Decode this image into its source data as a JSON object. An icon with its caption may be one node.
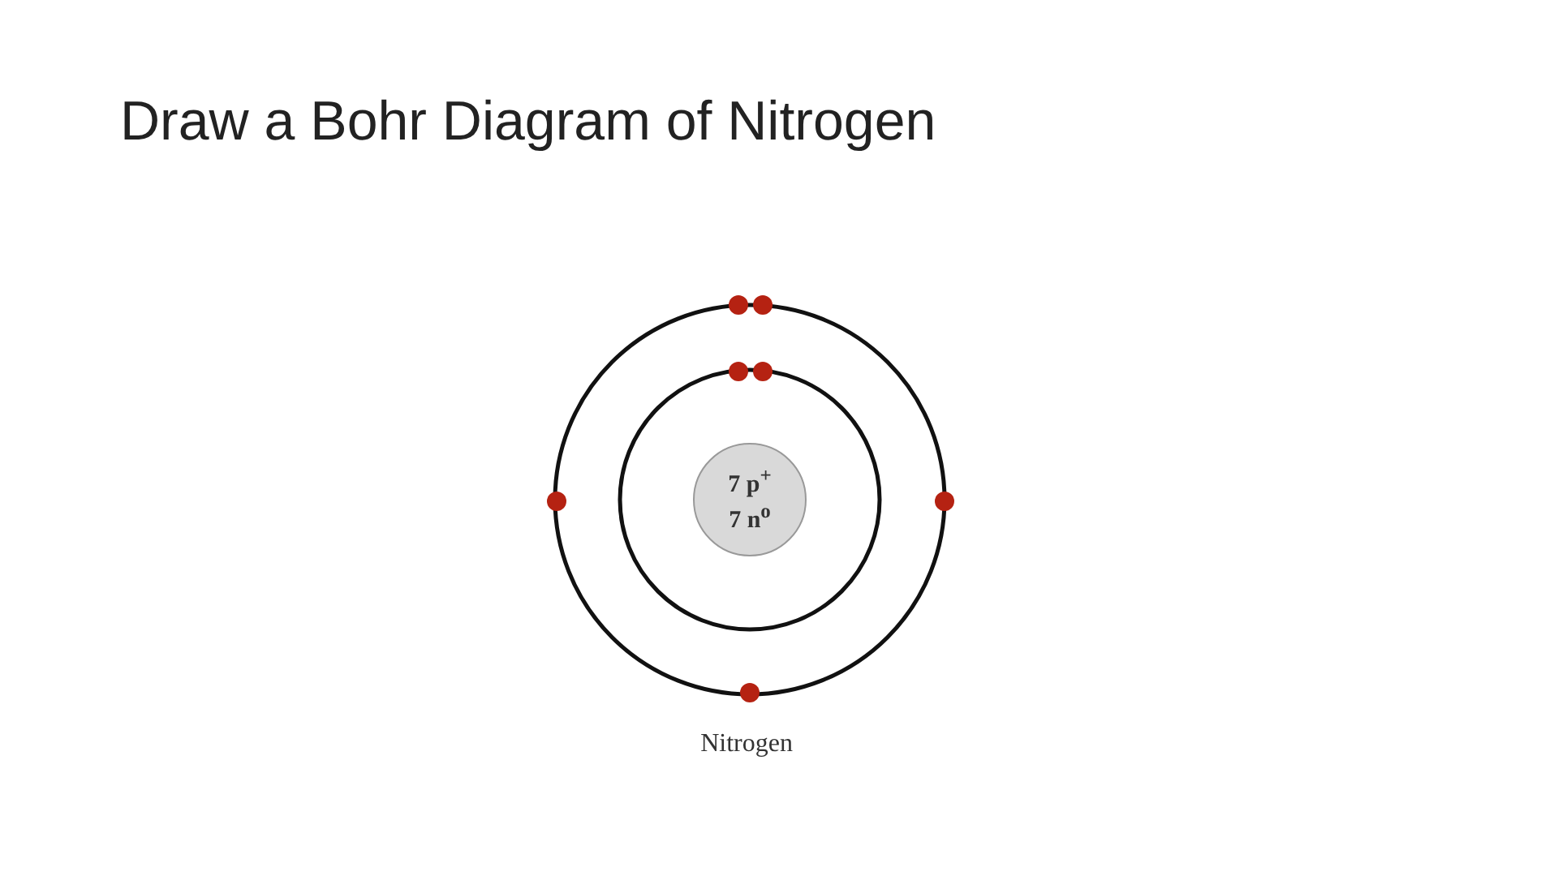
{
  "diagram": {
    "title": "Draw a Bohr Diagram of Nitrogen",
    "nodes": [
      {
        "text": [
          "7 p$^{+}$",
          "7 n$^{o}$"
        ]
      }
    ],
    "edges": [],
    "labels": [
      "Nitrogen"
    ]
  }
}
